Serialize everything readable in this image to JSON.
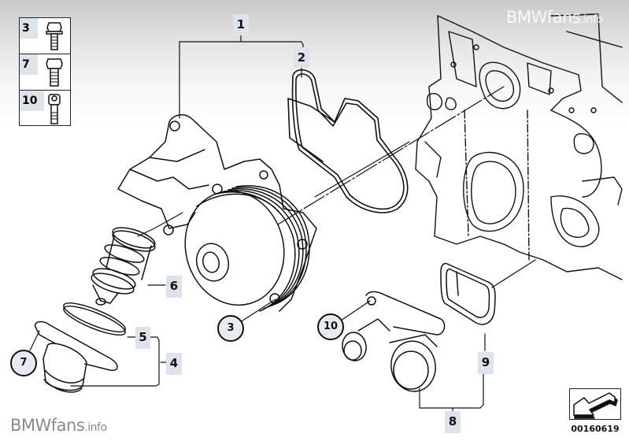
{
  "diagram": {
    "type": "exploded-parts-diagram",
    "subject": "Water pump / thermostat assembly",
    "callouts": [
      {
        "id": "1",
        "style": "box"
      },
      {
        "id": "2",
        "style": "box"
      },
      {
        "id": "3",
        "style": "circle"
      },
      {
        "id": "4",
        "style": "box"
      },
      {
        "id": "5",
        "style": "box"
      },
      {
        "id": "6",
        "style": "box"
      },
      {
        "id": "7",
        "style": "circle"
      },
      {
        "id": "8",
        "style": "box"
      },
      {
        "id": "9",
        "style": "box"
      },
      {
        "id": "10",
        "style": "circle"
      }
    ],
    "fastener_legend": [
      {
        "ref": "3",
        "icon": "flange-hex-bolt-icon"
      },
      {
        "ref": "7",
        "icon": "hex-bolt-icon"
      },
      {
        "ref": "10",
        "icon": "socket-head-bolt-icon"
      }
    ],
    "reference_number": "00160619",
    "reference_icon": "direction-arrow-icon"
  },
  "watermarks": {
    "top": {
      "main": "BMWfans",
      "suffix": ".info"
    },
    "bottom": {
      "main": "BMWfans",
      "suffix": ".info"
    }
  },
  "colors": {
    "label_background": "#dde3ea",
    "line_color": "#111111",
    "watermark_bottom": "#8a8a8a"
  }
}
